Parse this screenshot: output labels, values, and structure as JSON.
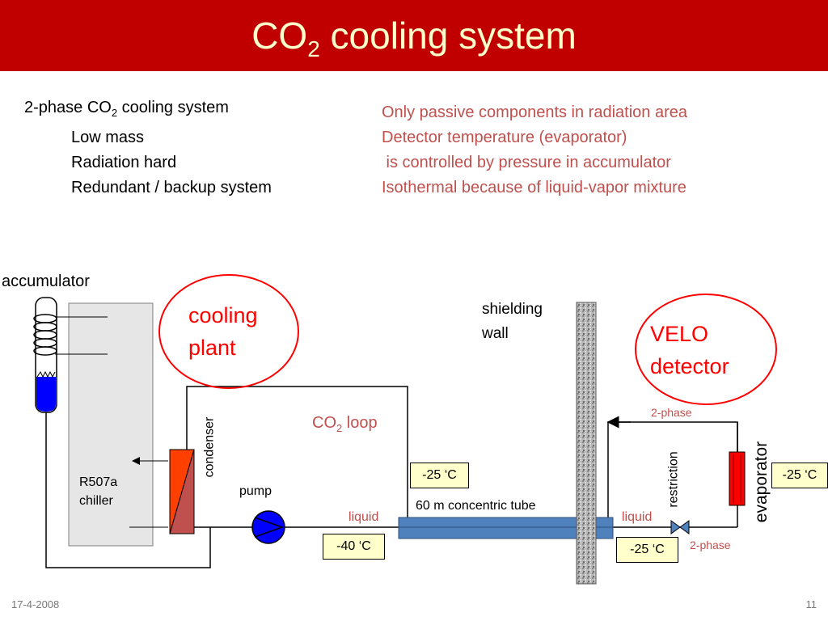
{
  "title": {
    "main": "CO",
    "sub": "2",
    "rest": " cooling system"
  },
  "bullets": {
    "first_a": "2-phase CO",
    "first_sub": "2",
    "first_b": " cooling system",
    "items": [
      "Low mass",
      "Radiation hard",
      "Redundant / backup system"
    ]
  },
  "notes": [
    "Only passive components in radiation area",
    "Detector temperature (evaporator)",
    " is controlled by pressure in accumulator",
    "Isothermal because of liquid-vapor mixture"
  ],
  "diagram": {
    "accumulator": "accumulator",
    "cooling_plant": [
      "cooling",
      "plant"
    ],
    "shielding_wall": [
      "shielding",
      "wall"
    ],
    "velo_detector": [
      "VELO",
      "detector"
    ],
    "co2_loop_a": "CO",
    "co2_loop_sub": "2",
    "co2_loop_b": " loop",
    "condenser": "condenser",
    "chiller": [
      "R507a",
      "chiller"
    ],
    "pump": "pump",
    "liquid_left": "liquid",
    "liquid_right": "liquid",
    "tube": "60 m concentric tube",
    "restriction": "restriction",
    "evaporator": "evaporator",
    "two_phase_top": "2-phase",
    "two_phase_bottom": "2-phase",
    "temp_m25_center": "-25 ‘C",
    "temp_m40": "-40 ‘C",
    "temp_m25_bottom": "-25 ‘C",
    "temp_m25_right": "-25 ‘C"
  },
  "footer": {
    "date": "17-4-2008",
    "page": "11"
  },
  "colors": {
    "title_bg": "#c00000",
    "title_text": "#ffffcc",
    "accent": "#c0504d",
    "pump": "#0000ff",
    "tube": "#4f81bd"
  }
}
